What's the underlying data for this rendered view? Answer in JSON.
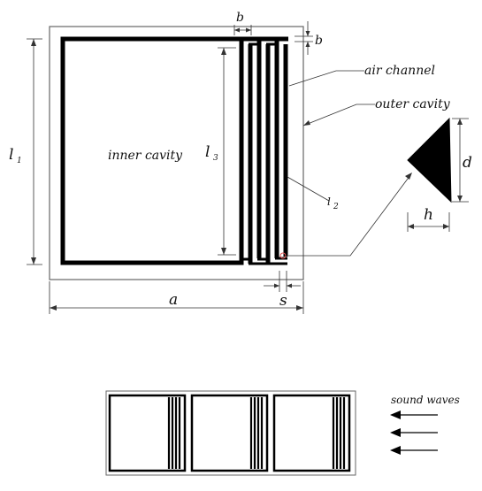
{
  "diagram": {
    "labels": {
      "inner_cavity": "inner cavity",
      "air_channel": "air channel",
      "outer_cavity": "outer cavity",
      "sound_waves": "sound waves",
      "a": "a",
      "s": "s",
      "b_top": "b",
      "b_right": "b",
      "l1": "l",
      "l1_sub": "1",
      "l2": "l",
      "l2_sub": "2",
      "l3": "l",
      "l3_sub": "3",
      "d": "d",
      "h": "h"
    },
    "array_cell_count": 3,
    "colors": {
      "wall": "#000000",
      "frame": "#666666",
      "leader": "#333333",
      "highlight": "#e05050"
    }
  }
}
